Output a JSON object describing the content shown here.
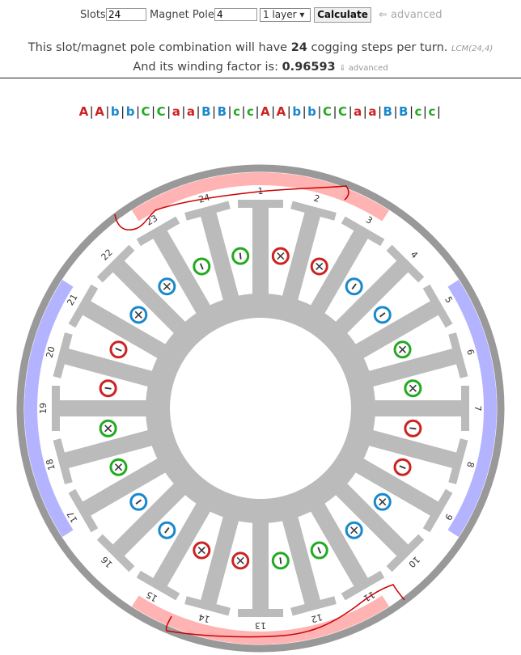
{
  "controls": {
    "slots_label": "Slots",
    "slots_value": "24",
    "poles_label": "Magnet Poles",
    "poles_value": "4",
    "layer_select": "1 layer ▾",
    "calculate_label": "Calculate",
    "advanced_link": "⇐ advanced"
  },
  "summary": {
    "line1_pre": "This slot/magnet pole combination will have ",
    "cogging_steps": "24",
    "line1_post": " cogging steps per turn.",
    "lcm": "LCM(24,4)",
    "line2_pre": "And its winding factor is: ",
    "winding_factor": "0.96593",
    "advanced_link2": "⇓ advanced"
  },
  "winding_pattern": [
    "A",
    "A",
    "b",
    "b",
    "C",
    "C",
    "a",
    "a",
    "B",
    "B",
    "c",
    "c",
    "A",
    "A",
    "b",
    "b",
    "C",
    "C",
    "a",
    "a",
    "B",
    "B",
    "c",
    "c"
  ],
  "phase_colors": {
    "A": "#cc2222",
    "a": "#cc2222",
    "B": "#1a88cc",
    "b": "#1a88cc",
    "C": "#22aa22",
    "c": "#22aa22"
  },
  "diagram": {
    "slot_numbers": [
      "1",
      "2",
      "3",
      "4",
      "5",
      "6",
      "7",
      "8",
      "9",
      "10",
      "11",
      "12",
      "13",
      "14",
      "15",
      "16",
      "17",
      "18",
      "19",
      "20",
      "21",
      "22",
      "23",
      "24"
    ],
    "coil_phase": [
      "A",
      "A",
      "b",
      "b",
      "C",
      "C",
      "a",
      "a",
      "B",
      "B",
      "c",
      "c",
      "A",
      "A",
      "b",
      "b",
      "C",
      "C",
      "a",
      "a",
      "B",
      "B",
      "c",
      "c"
    ],
    "coil_symbol": [
      "+",
      "+",
      "-",
      "-",
      "+",
      "+",
      "-",
      "-",
      "+",
      "+",
      "-",
      "-",
      "+",
      "+",
      "-",
      "-",
      "+",
      "+",
      "-",
      "-",
      "+",
      "+",
      "-",
      "-"
    ],
    "magnets": [
      {
        "name": "top-magnet",
        "color": "#ffb3b3"
      },
      {
        "name": "right-magnet",
        "color": "#b3b3ff"
      },
      {
        "name": "bottom-magnet",
        "color": "#ffb3b3"
      },
      {
        "name": "left-magnet",
        "color": "#b3b3ff"
      }
    ],
    "stator_color": "#bbbbbb",
    "ring_color": "#999999",
    "annotation_color": "#cc0000"
  }
}
